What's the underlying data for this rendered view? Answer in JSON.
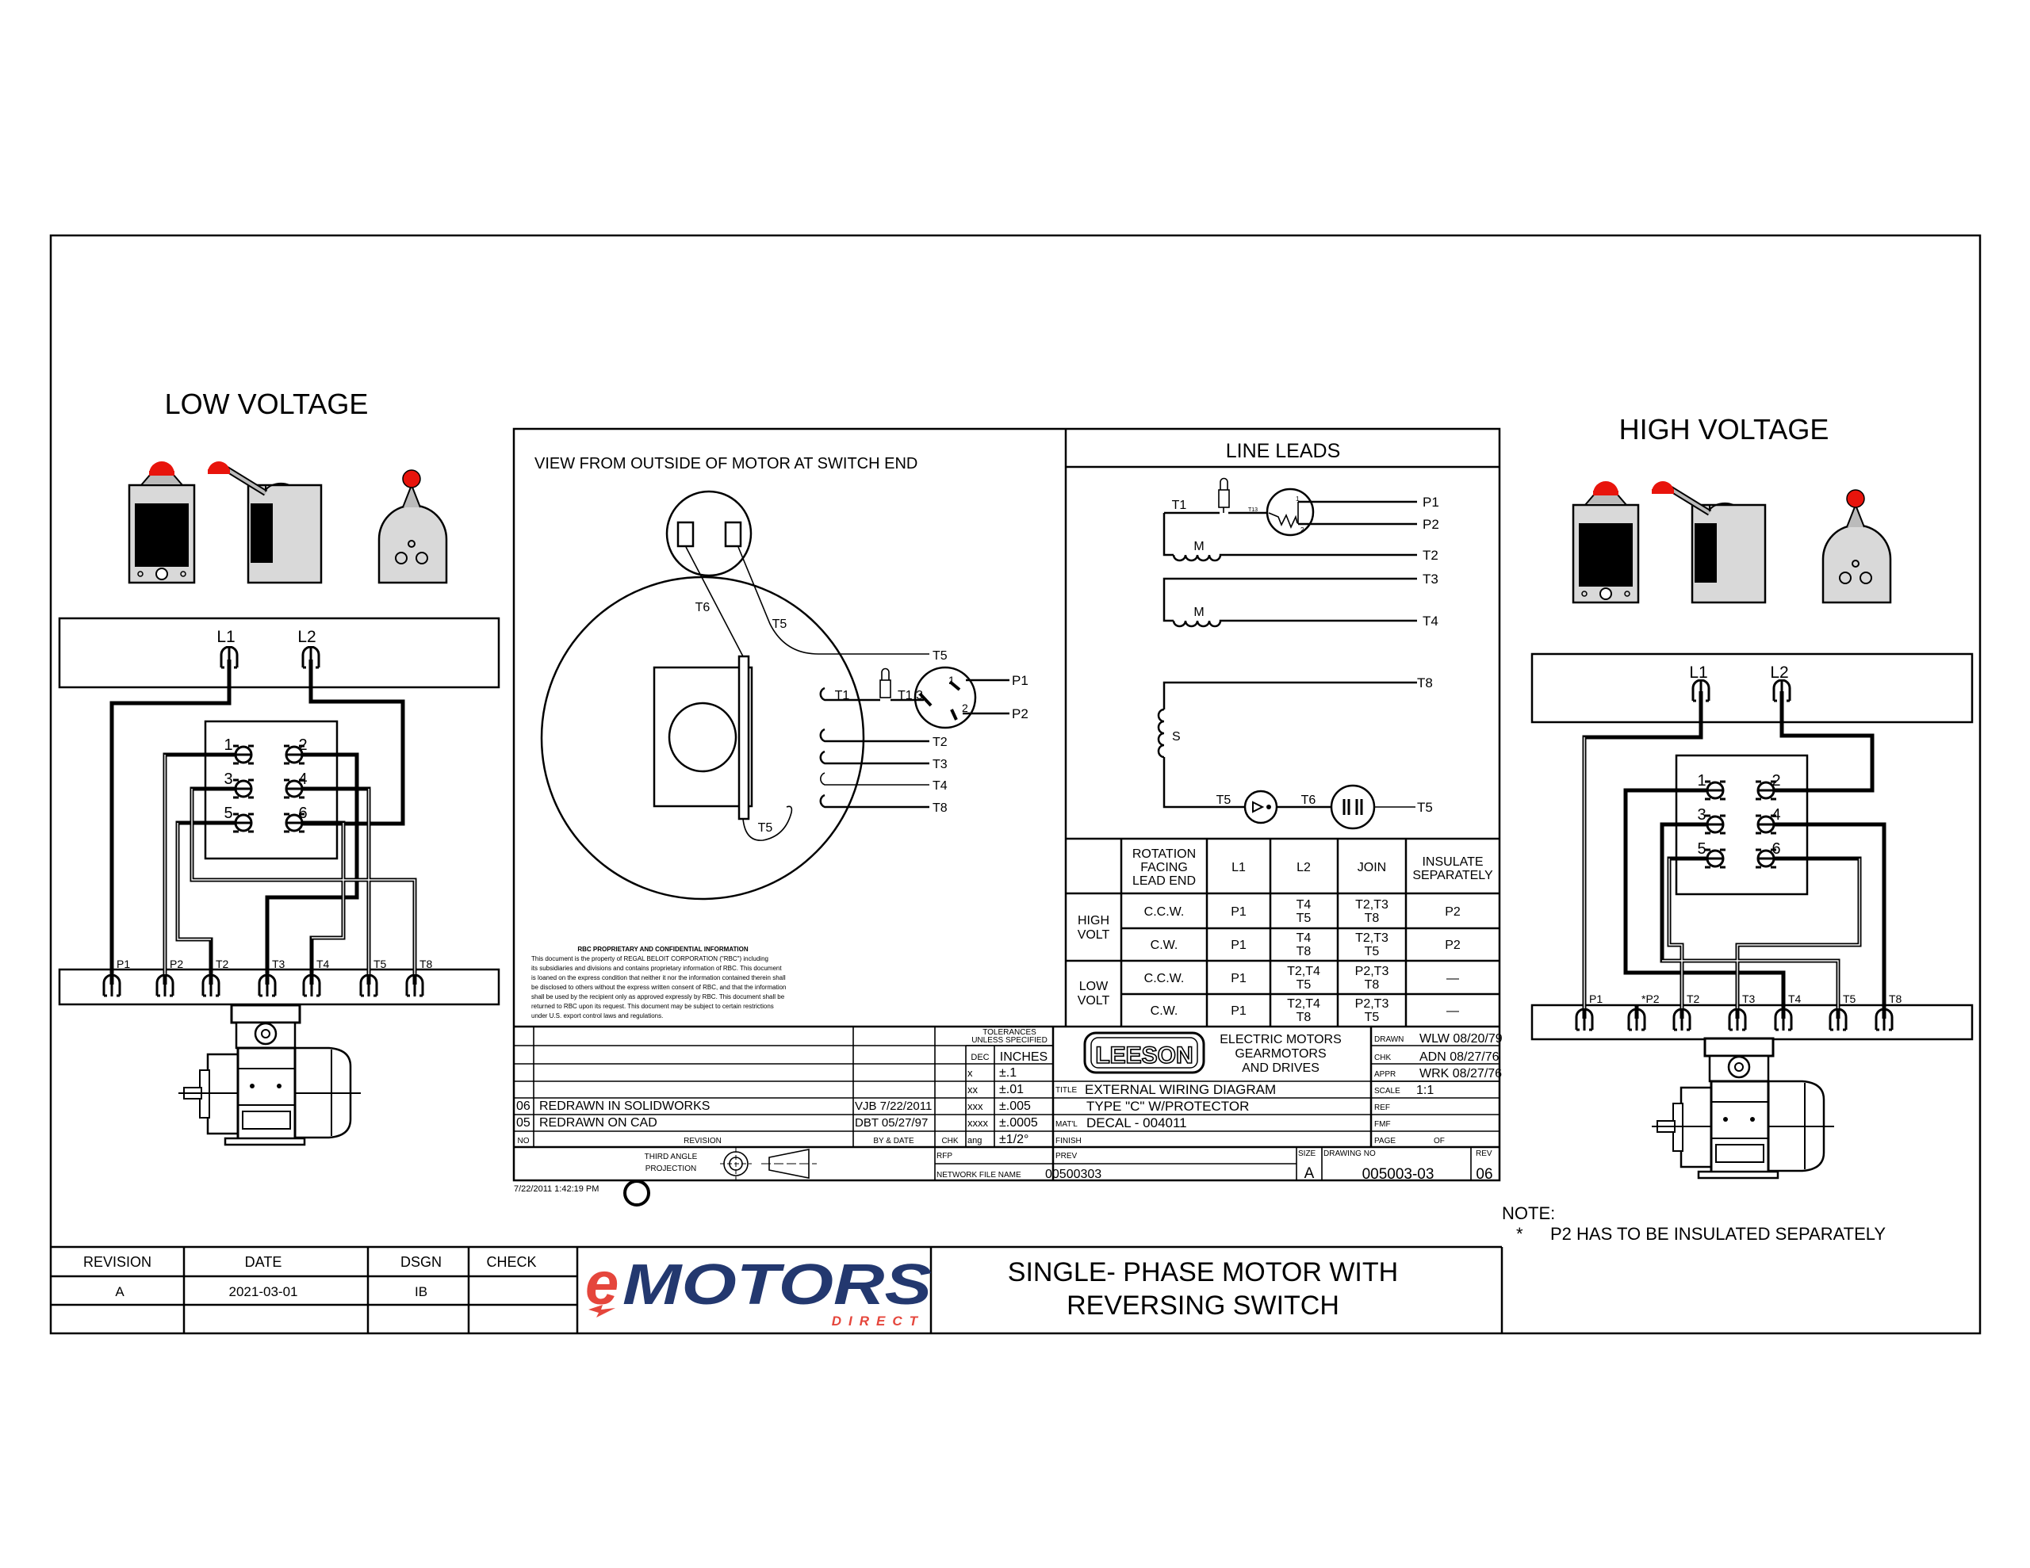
{
  "low_voltage": {
    "title": "LOW VOLTAGE",
    "line_labels": [
      "L1",
      "L2"
    ],
    "switch_numbers": [
      "1",
      "2",
      "3",
      "4",
      "5",
      "6"
    ],
    "terminals": [
      "P1",
      "P2",
      "T2",
      "T3",
      "T4",
      "T5",
      "T8"
    ]
  },
  "high_voltage": {
    "title": "HIGH  VOLTAGE",
    "line_labels": [
      "L1",
      "L2"
    ],
    "switch_numbers": [
      "1",
      "2",
      "3",
      "4",
      "5",
      "6"
    ],
    "terminals": [
      "P1",
      "*P2",
      "T2",
      "T3",
      "T4",
      "T5",
      "T8"
    ]
  },
  "switch_view": {
    "title": "VIEW FROM OUTSIDE OF MOTOR AT SWITCH END",
    "labels": {
      "t6": "T6",
      "t5_top": "T5",
      "t5_lead": "T5",
      "t5_bottom": "T5",
      "t1": "T1",
      "t13": "T1 3",
      "p1": "P1",
      "p2": "P2",
      "pin1": "1",
      "pin2": "2",
      "t2": "T2",
      "t3": "T3",
      "t4": "T4",
      "t8": "T8"
    }
  },
  "line_leads": {
    "title": "LINE LEADS",
    "labels": {
      "t1": "T1",
      "t13": "T13",
      "p1": "P1",
      "p2": "P2",
      "m1": "M",
      "t2": "T2",
      "t3": "T3",
      "m2": "M",
      "t4": "T4",
      "t8": "T8",
      "s": "S",
      "t5a": "T5",
      "t6": "T6",
      "t5b": "T5",
      "pin1": "1",
      "pin2": "2"
    }
  },
  "connection_table": {
    "headers": [
      "",
      "ROTATION FACING LEAD END",
      "L1",
      "L2",
      "JOIN",
      "INSULATE SEPARATELY"
    ],
    "groups": [
      {
        "label": "HIGH VOLT",
        "rows": [
          {
            "rotation": "C.C.W.",
            "l1": "P1",
            "l2": [
              "T4",
              "T5"
            ],
            "join": [
              "T2,T3",
              "T8"
            ],
            "insulate": "P2"
          },
          {
            "rotation": "C.W.",
            "l1": "P1",
            "l2": [
              "T4",
              "T8"
            ],
            "join": [
              "T2,T3",
              "T5"
            ],
            "insulate": "P2"
          }
        ]
      },
      {
        "label": "LOW VOLT",
        "rows": [
          {
            "rotation": "C.C.W.",
            "l1": "P1",
            "l2": [
              "T2,T4",
              "T5"
            ],
            "join": [
              "P2,T3",
              "T8"
            ],
            "insulate": "—"
          },
          {
            "rotation": "C.W.",
            "l1": "P1",
            "l2": [
              "T2,T4",
              "T8"
            ],
            "join": [
              "P2,T3",
              "T5"
            ],
            "insulate": "—"
          }
        ]
      }
    ]
  },
  "confidential": {
    "heading": "RBC PROPRIETARY AND CONFIDENTIAL INFORMATION",
    "lines": [
      "This document is the property of REGAL BELOIT CORPORATION (\"RBC\") including",
      "its subsidiaries and divisions and contains proprietary information of RBC. This document",
      "is loaned on the express condition that neither it nor the information contained therein shall",
      "be disclosed to others without the express written consent of RBC, and that the information",
      "shall be used by the recipient only as approved expressly by RBC. This document shall be",
      "returned to RBC upon its request. This document may be subject to certain restrictions",
      "under U.S. export control laws and regulations."
    ]
  },
  "leeson_block": {
    "revisions": [
      {
        "no": "06",
        "text": "REDRAWN IN SOLIDWORKS",
        "by_date": "VJB 7/22/2011"
      },
      {
        "no": "05",
        "text": "REDRAWN ON CAD",
        "by_date": "DBT 05/27/97"
      }
    ],
    "rev_header": {
      "no": "NO",
      "revision": "REVISION",
      "by_date": "BY & DATE",
      "chk": "CHK"
    },
    "tolerances": {
      "heading1": "TOLERANCES",
      "heading2": "UNLESS SPECIFIED",
      "dec": "DEC",
      "units": "INCHES",
      "rows": [
        [
          "X",
          "±.1"
        ],
        [
          "XX",
          "±.01"
        ],
        [
          "XXX",
          "±.005"
        ],
        [
          "XXXX",
          "±.0005"
        ],
        [
          "ANG",
          "±1/2°"
        ]
      ]
    },
    "logo": "LEESON",
    "company_lines": [
      "ELECTRIC  MOTORS",
      "GEARMOTORS",
      "AND  DRIVES"
    ],
    "title_label": "TITLE",
    "title_line1": "EXTERNAL WIRING DIAGRAM",
    "title_line2": "TYPE \"C\" W/PROTECTOR",
    "matl_label": "MAT'L",
    "matl": "DECAL - 004011",
    "finish_label": "FINISH",
    "approvals": [
      {
        "label": "DRAWN",
        "value": "WLW 08/20/79"
      },
      {
        "label": "CHK",
        "value": "ADN 08/27/76"
      },
      {
        "label": "APPR",
        "value": "WRK 08/27/76"
      },
      {
        "label": "SCALE",
        "value": "1:1"
      },
      {
        "label": "REF",
        "value": ""
      },
      {
        "label": "FMF",
        "value": ""
      }
    ],
    "page_label": "PAGE",
    "of_label": "OF",
    "projection": [
      "THIRD ANGLE",
      "PROJECTION"
    ],
    "rfp_label": "RFP",
    "prev_label": "PREV",
    "network_label": "NETWORK FILE NAME",
    "network_value": "00500303",
    "size_label": "SIZE",
    "size": "A",
    "drawing_no_label": "DRAWING NO",
    "drawing_no": "005003-03",
    "rev_label": "REV",
    "rev": "06",
    "timestamp": "7/22/2011 1:42:19 PM"
  },
  "note": {
    "label": "NOTE:",
    "bullet": "*",
    "text": "P2 HAS TO BE INSULATED  SEPARATELY"
  },
  "title_block": {
    "headers": [
      "REVISION",
      "DATE",
      "DSGN",
      "CHECK"
    ],
    "row": [
      "A",
      "2021-03-01",
      "IB",
      ""
    ],
    "logo_e": "e",
    "logo_main": "MOTORS",
    "logo_sub": "DIRECT",
    "title_line1": "SINGLE- PHASE MOTOR WITH",
    "title_line2": "REVERSING SWITCH"
  },
  "colors": {
    "logo_red": "#e5463c",
    "logo_navy": "#23386f",
    "indicator_red": "#e8140c",
    "panel_gray": "#d9d9d9"
  }
}
